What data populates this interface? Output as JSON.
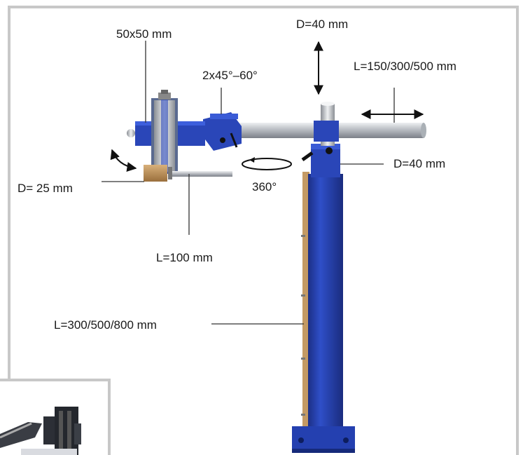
{
  "labels": {
    "square_profile": "50x50 mm",
    "angle": "2x45°–60°",
    "top_diameter": "D=40 mm",
    "arm_length": "L=150/300/500 mm",
    "side_diameter": "D=40 mm",
    "probe_diameter": "D= 25 mm",
    "rotation": "360°",
    "probe_length": "L=100 mm",
    "column_length": "L=300/500/800 mm"
  },
  "colors": {
    "blue_steel": "#2a46b8",
    "chrome": "#c9ccd0",
    "frame": "#c8c8c8"
  }
}
